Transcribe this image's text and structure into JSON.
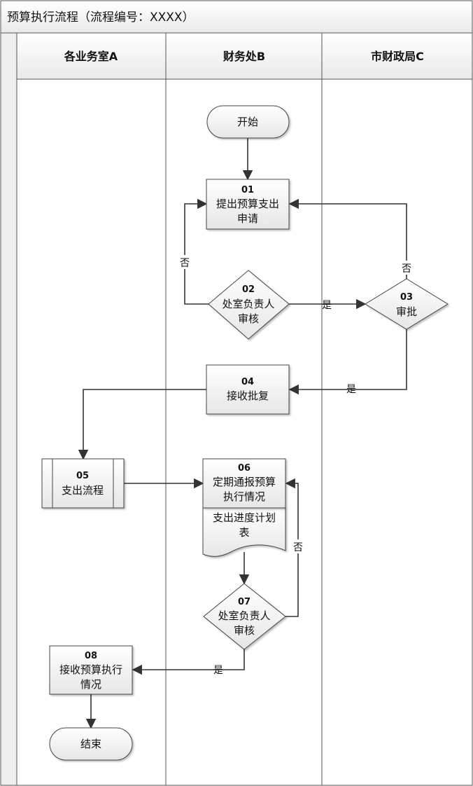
{
  "diagram": {
    "title": "预算执行流程（流程编号：XXXX）",
    "lanes": [
      "各业务室A",
      "财务处B",
      "市财政局C"
    ],
    "nodes": {
      "start": {
        "label": "开始"
      },
      "n01": {
        "num": "01",
        "line1": "提出预算支出",
        "line2": "申请"
      },
      "n02": {
        "num": "02",
        "line1": "处室负责人",
        "line2": "审核"
      },
      "n03": {
        "num": "03",
        "line1": "审批"
      },
      "n04": {
        "num": "04",
        "line1": "接收批复"
      },
      "n05": {
        "num": "05",
        "line1": "支出流程"
      },
      "n06": {
        "num": "06",
        "line1": "定期通报预算",
        "line2": "执行情况",
        "doc1": "支出进度计划",
        "doc2": "表"
      },
      "n07": {
        "num": "07",
        "line1": "处室负责人",
        "line2": "审核"
      },
      "n08": {
        "num": "08",
        "line1": "接收预算执行",
        "line2": "情况"
      },
      "end": {
        "label": "结束"
      }
    },
    "edges": {
      "e02_01_no": "否",
      "e02_03_yes": "是",
      "e03_01_no": "否",
      "e03_04_yes": "是",
      "e07_06_no": "否",
      "e07_08_yes": "是"
    }
  }
}
